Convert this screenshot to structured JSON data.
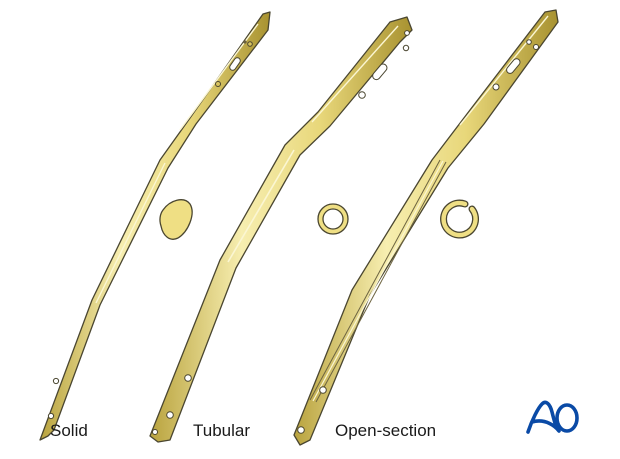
{
  "figure": {
    "nails": [
      {
        "name": "solid",
        "label": "Solid",
        "cross_section": "rounded-triangle"
      },
      {
        "name": "tubular",
        "label": "Tubular",
        "cross_section": "closed-ring"
      },
      {
        "name": "open-section",
        "label": "Open-section",
        "cross_section": "open-ring"
      }
    ],
    "logo": {
      "text": "AO",
      "color": "#0a4aa6"
    },
    "colors": {
      "metal_fill": "#e8d77a",
      "metal_light": "#f7eeb0",
      "metal_shadow": "#b9a33e",
      "outline": "#4a4630",
      "label_text": "#1a1a1a"
    }
  }
}
